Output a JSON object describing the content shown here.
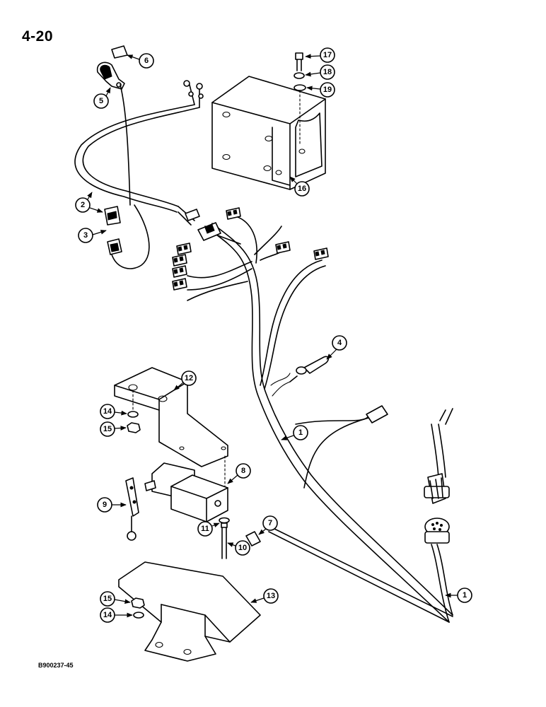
{
  "page": {
    "page_number": "4-20",
    "figure_code": "B900237-45"
  },
  "callouts": [
    "1",
    "1",
    "2",
    "3",
    "4",
    "5",
    "6",
    "7",
    "8",
    "9",
    "10",
    "11",
    "12",
    "13",
    "14",
    "15",
    "14",
    "15",
    "16",
    "17",
    "18",
    "19"
  ]
}
